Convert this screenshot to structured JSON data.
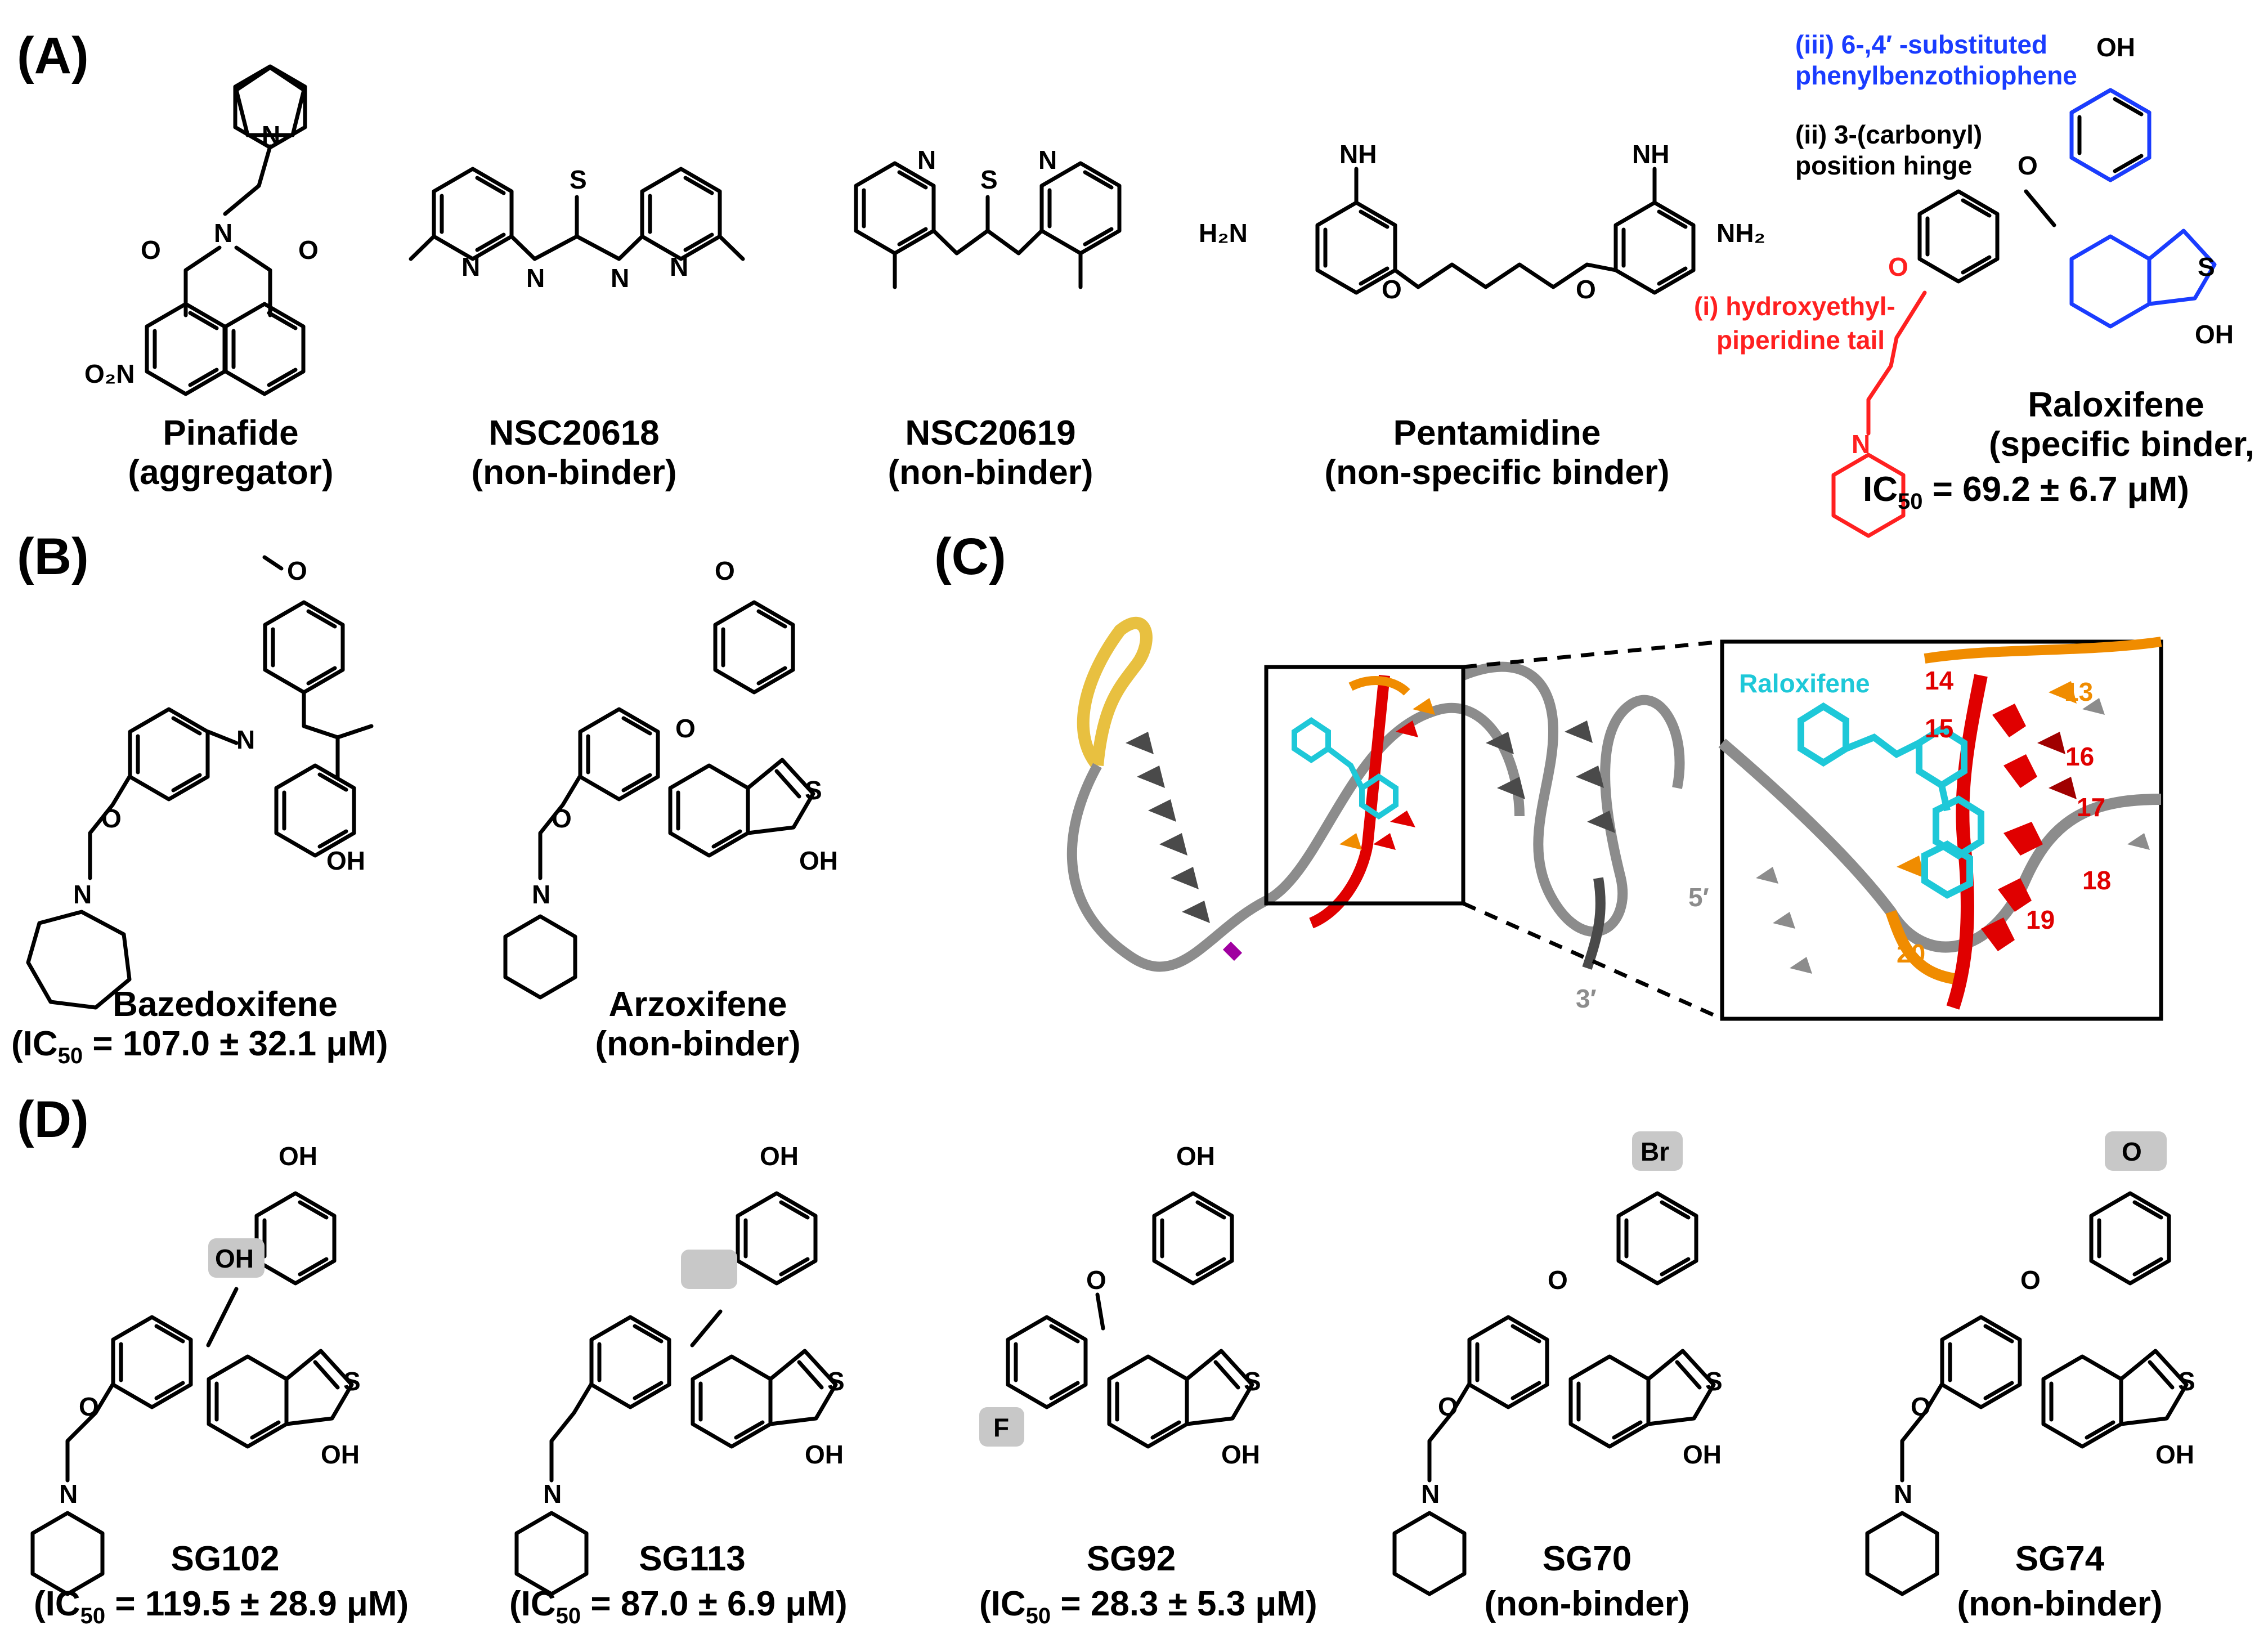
{
  "panels": {
    "A": "(A)",
    "B": "(B)",
    "C": "(C)",
    "D": "(D)"
  },
  "panel_a": {
    "compounds": [
      {
        "name": "Pinafide",
        "note": "(aggregator)"
      },
      {
        "name": "NSC20618",
        "note": "(non-binder)"
      },
      {
        "name": "NSC20619",
        "note": "(non-binder)"
      },
      {
        "name": "Pentamidine",
        "note": "(non-specific binder)"
      },
      {
        "name": "Raloxifene",
        "note": "(specific binder,",
        "ic50": "IC",
        "ic50_sub": "50",
        "ic50_val": " = 69.2 ± 6.7 μM)"
      }
    ],
    "annotations": {
      "iii_line1": "(iii) 6-,4′ -substituted",
      "iii_line2": "phenylbenzothiophene",
      "ii_line1": "(ii) 3-(carbonyl)",
      "ii_line2": "position hinge",
      "i_line1": "(i) hydroxyethyl-",
      "i_line2": "piperidine tail"
    },
    "atoms": {
      "N": "N",
      "O": "O",
      "S": "S",
      "H": "H",
      "OH": "OH",
      "NH": "NH",
      "NH2": "NH₂",
      "H2N": "H₂N",
      "O2N": "O₂N"
    }
  },
  "panel_b": {
    "compounds": [
      {
        "name": "Bazedoxifene",
        "ic50_pre": "(IC",
        "ic50_sub": "50",
        "ic50_val": " = 107.0 ± 32.1 μM)"
      },
      {
        "name": "Arzoxifene",
        "note": "(non-binder)"
      }
    ]
  },
  "panel_c": {
    "ligand_label": "Raloxifene",
    "end_5": "5′",
    "end_3": "3′",
    "residues": [
      "13",
      "14",
      "15",
      "16",
      "17",
      "18",
      "19",
      "20"
    ],
    "colors": {
      "ligand": "#1ec8d8",
      "red": "#e00000",
      "orange": "#f08c00",
      "yellow": "#e8c040",
      "gray": "#8c8c8c",
      "darkred": "#a00000"
    }
  },
  "panel_d": {
    "compounds": [
      {
        "name": "SG102",
        "ic50_pre": "(IC",
        "ic50_sub": "50",
        "ic50_val": " = 119.5 ± 28.9 μM)"
      },
      {
        "name": "SG113",
        "ic50_pre": "(IC",
        "ic50_sub": "50",
        "ic50_val": " = 87.0 ± 6.9 μM)"
      },
      {
        "name": "SG92",
        "ic50_pre": "(IC",
        "ic50_sub": "50",
        "ic50_val": " = 28.3 ± 5.3 μM)"
      },
      {
        "name": "SG70",
        "note": "(non-binder)"
      },
      {
        "name": "SG74",
        "note": "(non-binder)"
      }
    ],
    "highlight_atoms": {
      "oh": "OH",
      "f": "F",
      "br": "Br"
    }
  }
}
